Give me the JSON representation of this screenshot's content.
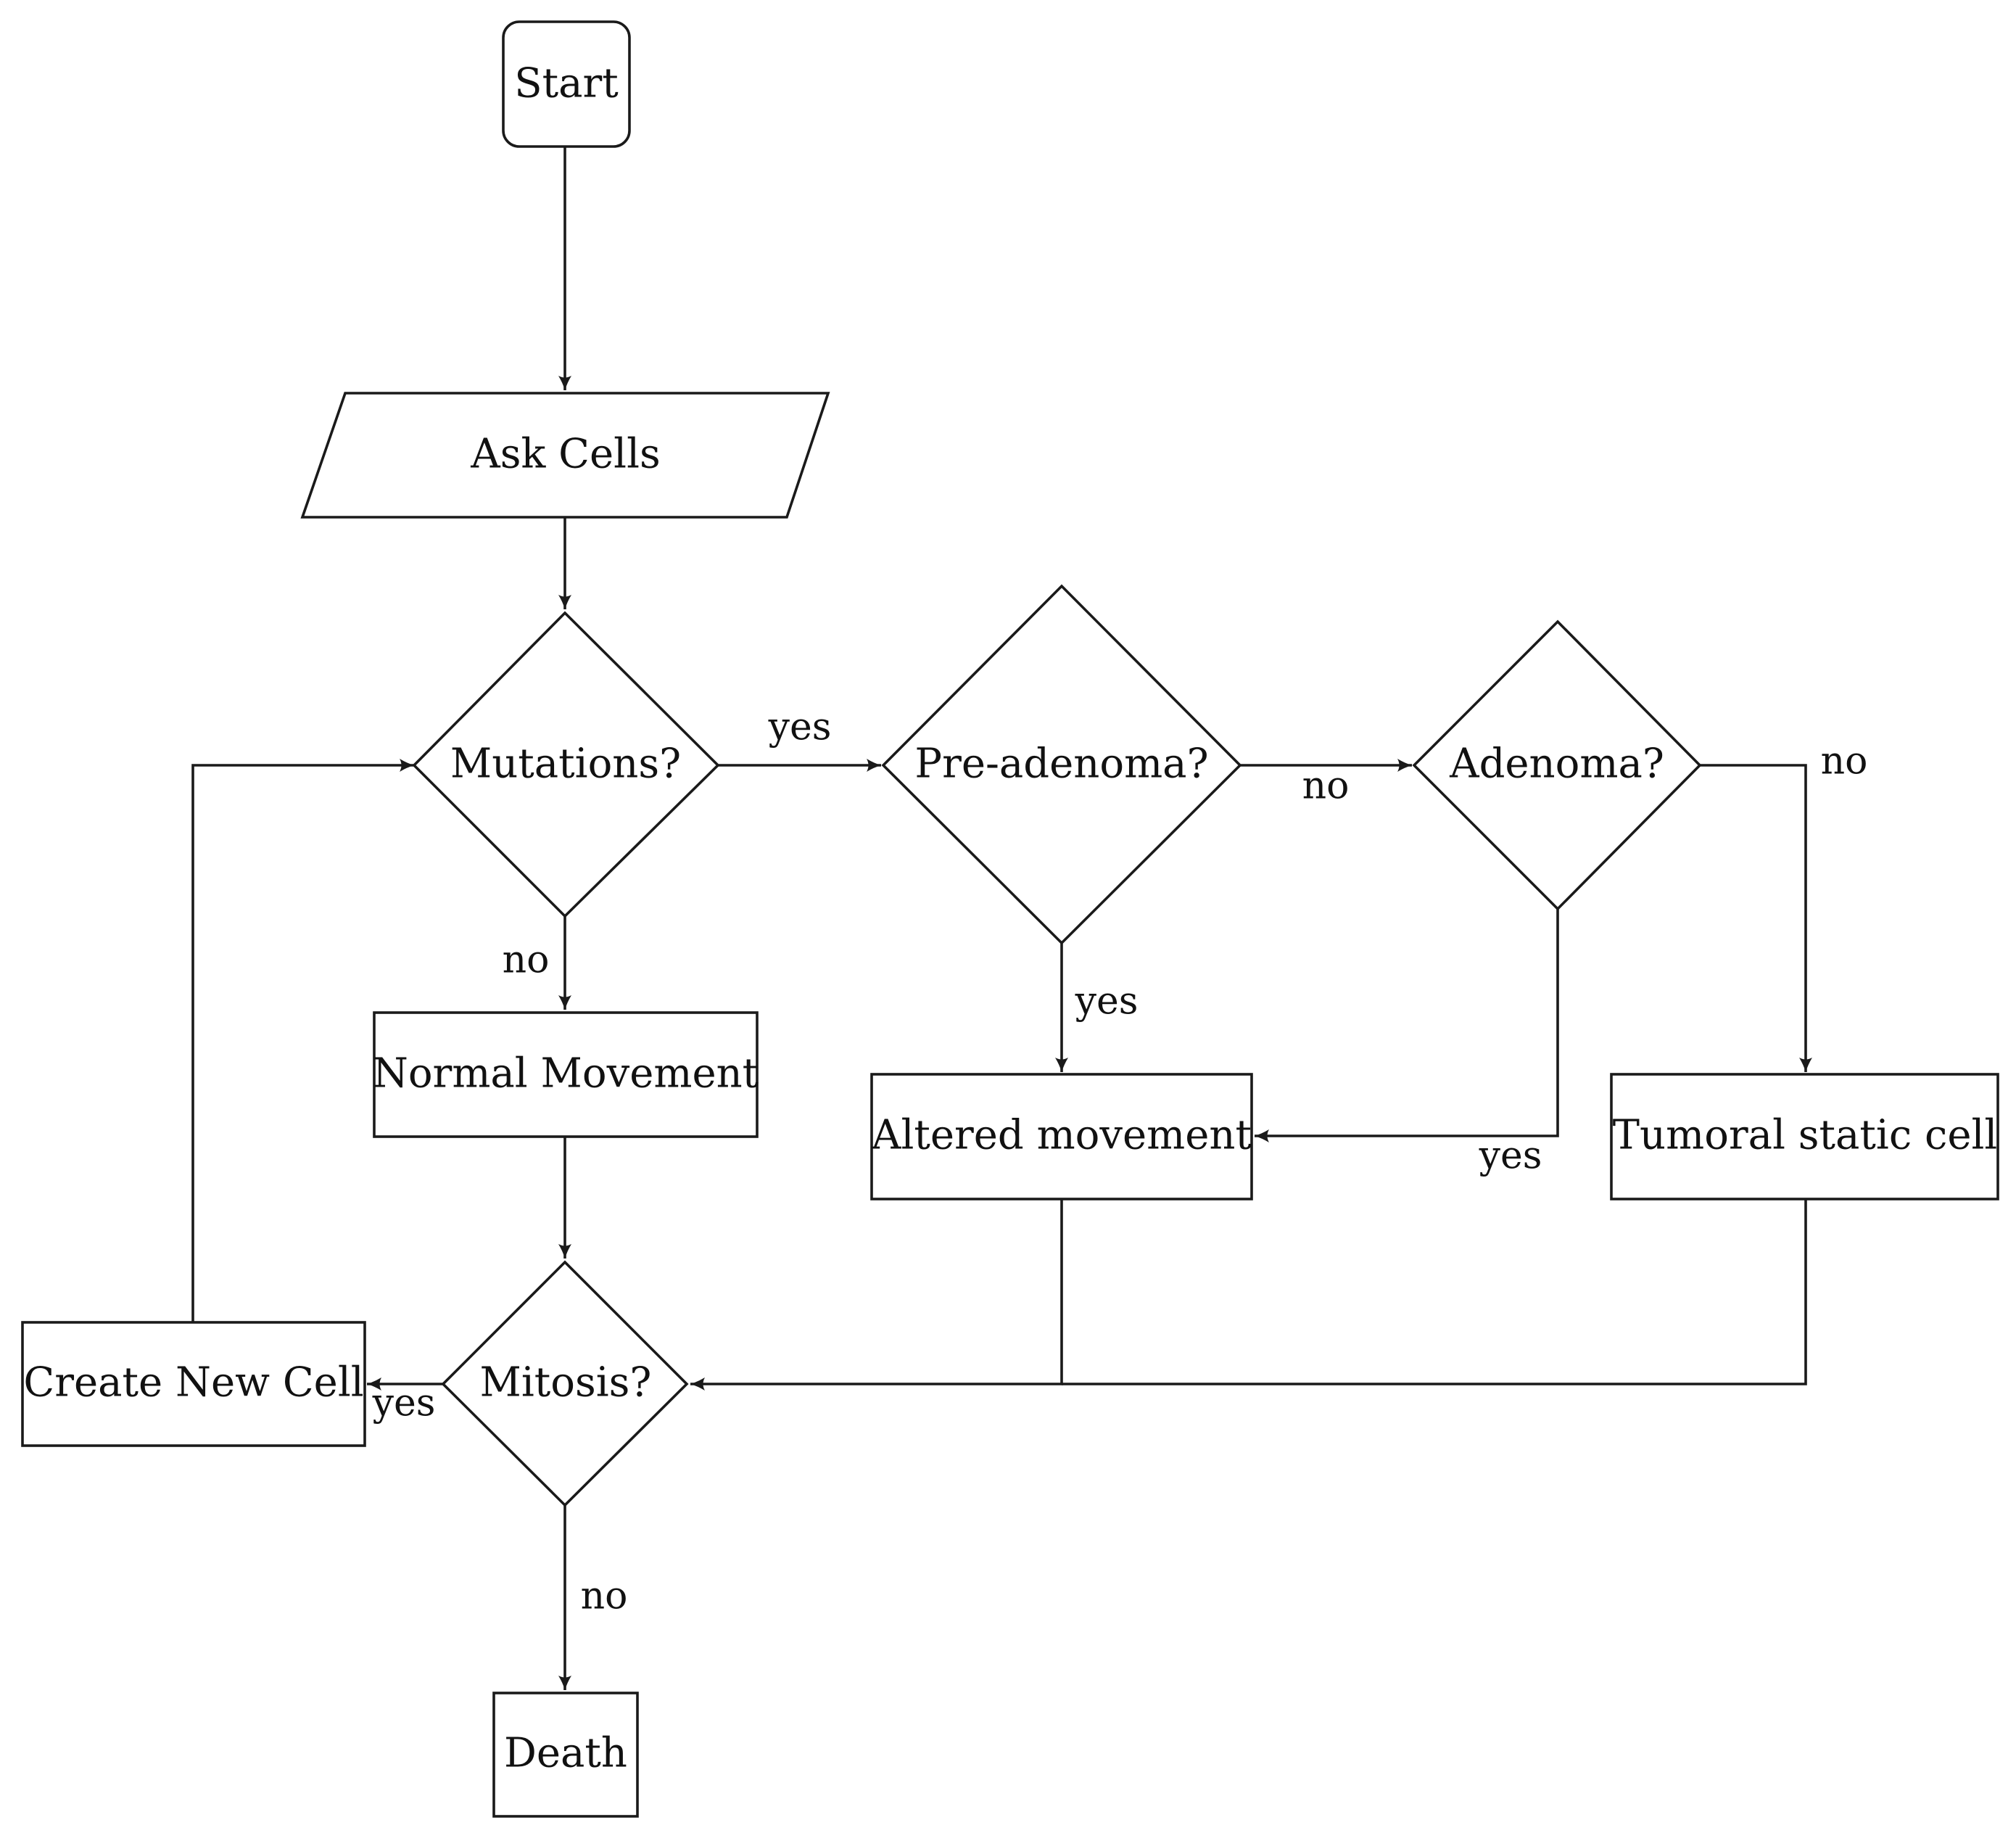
{
  "nodes": {
    "start": "Start",
    "ask_cells": "Ask Cells",
    "mutations": "Mutations?",
    "pre_adenoma": "Pre-adenoma?",
    "adenoma": "Adenoma?",
    "normal_movement": "Normal Movement",
    "altered_movement": "Altered movement",
    "tumoral_static_cell": "Tumoral static cell",
    "mitosis": "Mitosis?",
    "create_new_cell": "Create New Cell",
    "death": "Death"
  },
  "edges": {
    "mutations_yes": "yes",
    "mutations_no": "no",
    "pre_adenoma_no": "no",
    "pre_adenoma_yes": "yes",
    "adenoma_no": "no",
    "adenoma_yes": "yes",
    "mitosis_yes": "yes",
    "mitosis_no": "no"
  }
}
